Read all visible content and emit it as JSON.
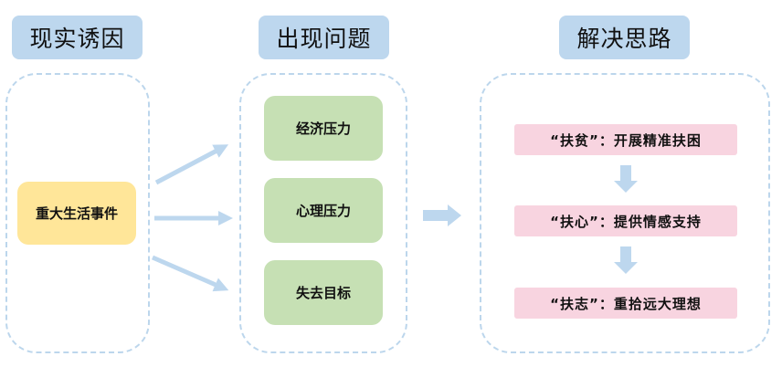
{
  "columns": {
    "cause": {
      "title": "现实诱因",
      "items": [
        "重大生活事件"
      ]
    },
    "problem": {
      "title": "出现问题",
      "items": [
        "经济压力",
        "心理压力",
        "失去目标"
      ]
    },
    "solution": {
      "title": "解决思路",
      "items": [
        "“扶贫”：开展精准扶困",
        "“扶心”：提供情感支持",
        "“扶志”：重拾远大理想"
      ]
    }
  },
  "colors": {
    "header_bg": "#bdd7ee",
    "panel_border": "#bcd6ec",
    "arrow": "#bdd7ee",
    "cause_card": "#ffe699",
    "problem_card": "#c6e0b4",
    "solution_card": "#f8d4e0"
  }
}
